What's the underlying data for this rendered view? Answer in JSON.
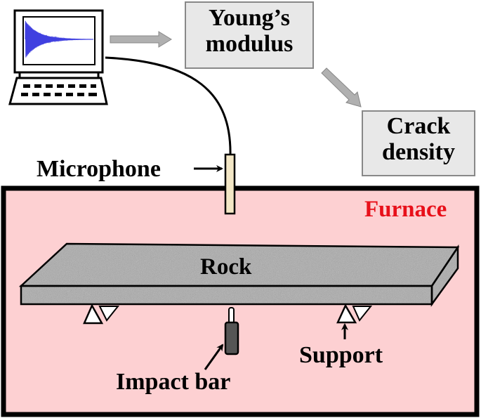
{
  "flow": {
    "youngs_line1": "Young’s",
    "youngs_line2": "modulus",
    "crack_line1": "Crack",
    "crack_line2": "density"
  },
  "labels": {
    "microphone": "Microphone",
    "furnace": "Furnace",
    "rock": "Rock",
    "impact_bar": "Impact bar",
    "support": "Support"
  },
  "colors": {
    "furnace_fill": "#fdd0d2",
    "furnace_label": "#e8101a",
    "box_fill": "#e8e8e8",
    "arrow_gray": "#b0b0b0",
    "rock_fill": "#a8a8a8",
    "waveform": "#4040e0",
    "microphone_fill": "#f3e7c6"
  },
  "icons": [
    "computer-icon",
    "waveform-icon",
    "microphone-icon",
    "impact-bar-icon",
    "support-icon"
  ]
}
